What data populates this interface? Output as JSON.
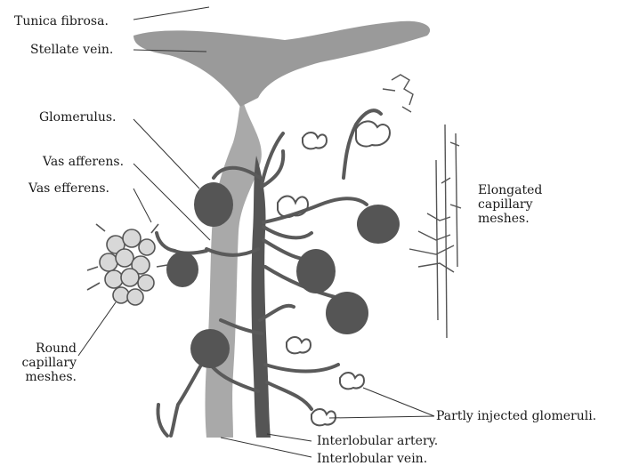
{
  "figure": {
    "colors": {
      "vein": "#8a8a8a",
      "artery": "#5a5a5a",
      "glomerulus": "#555555",
      "leader": "#333333",
      "text": "#1a1a1a",
      "mesh_fill": "#d8d8d8"
    }
  },
  "labels": {
    "tunica_fibrosa": "Tunica fibrosa.",
    "stellate_vein": "Stellate vein.",
    "glomerulus": "Glomerulus.",
    "vas_afferens": "Vas afferens.",
    "vas_efferens": "Vas efferens.",
    "elongated": [
      "Elongated",
      "capillary",
      "meshes."
    ],
    "round": [
      "Round",
      "capillary",
      "meshes."
    ],
    "partly_injected": "Partly injected glomeruli.",
    "interlobular_artery": "Interlobular artery.",
    "interlobular_vein": "Interlobular vein."
  }
}
